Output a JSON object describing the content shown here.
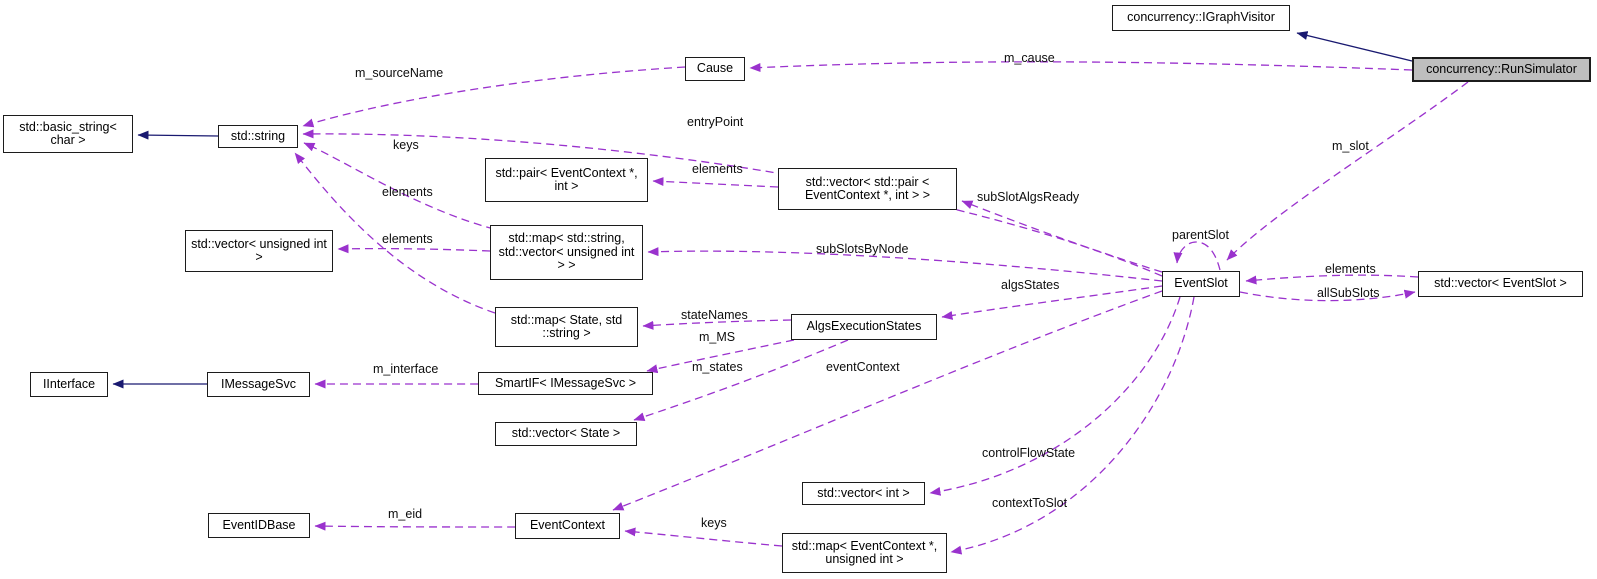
{
  "diagram_title": "collaboration graph for concurrency::RunSimulator",
  "colors": {
    "usage_edge": "#9a32cd",
    "inheritance_edge": "#191970",
    "node_border": "#1c1c1c",
    "node_fill": "#ffffff",
    "highlight_node_fill": "#bebebe"
  },
  "nodes": {
    "igraphvisitor": {
      "label": "concurrency::IGraphVisitor"
    },
    "runsimulator": {
      "label": "concurrency::RunSimulator"
    },
    "cause": {
      "label": "Cause"
    },
    "basic_string": {
      "label": "std::basic_string< char >"
    },
    "string": {
      "label": "std::string"
    },
    "vector_unsigned": {
      "label": "std::vector< unsigned int >"
    },
    "pair_ec_int": {
      "label": "std::pair< EventContext *, int >"
    },
    "vector_pair": {
      "label": "std::vector< std::pair < EventContext *, int > >"
    },
    "map_string_vector": {
      "label": "std::map< std::string, std::vector< unsigned int > >"
    },
    "map_state_string": {
      "label": "std::map< State, std ::string >"
    },
    "algsexecutionstates": {
      "label": "AlgsExecutionStates"
    },
    "smartif": {
      "label": "SmartIF< IMessageSvc >"
    },
    "iinterface": {
      "label": "IInterface"
    },
    "imessagesvc": {
      "label": "IMessageSvc"
    },
    "vector_state": {
      "label": "std::vector< State >"
    },
    "eventidbase": {
      "label": "EventIDBase"
    },
    "eventcontext": {
      "label": "EventContext"
    },
    "vector_int": {
      "label": "std::vector< int >"
    },
    "map_ec_unsigned": {
      "label": "std::map< EventContext *, unsigned int >"
    },
    "eventslot": {
      "label": "EventSlot"
    },
    "vector_eventslot": {
      "label": "std::vector< EventSlot >"
    }
  },
  "edges": {
    "inherit_runsimulator_igraphvisitor": {
      "from": "concurrency::RunSimulator",
      "to": "concurrency::IGraphVisitor",
      "type": "inheritance",
      "label": ""
    },
    "inherit_string_basicstring": {
      "from": "std::string",
      "to": "std::basic_string< char >",
      "type": "inheritance",
      "label": ""
    },
    "inherit_imessagesvc_iinterface": {
      "from": "IMessageSvc",
      "to": "IInterface",
      "type": "inheritance",
      "label": ""
    },
    "m_cause": {
      "from": "concurrency::RunSimulator",
      "to": "Cause",
      "type": "usage",
      "label": "m_cause"
    },
    "m_slot": {
      "from": "concurrency::RunSimulator",
      "to": "EventSlot",
      "type": "usage",
      "label": "m_slot"
    },
    "m_sourceName": {
      "from": "Cause",
      "to": "std::string",
      "type": "usage",
      "label": "m_sourceName"
    },
    "entryPoint": {
      "from": "EventSlot",
      "to": "std::string",
      "type": "usage",
      "label": "entryPoint"
    },
    "keys_string": {
      "from": "std::map< std::string, std::vector< unsigned int > >",
      "to": "std::string",
      "type": "usage",
      "label": "keys"
    },
    "elements_string": {
      "from": "std::map< State, std ::string >",
      "to": "std::string",
      "type": "usage",
      "label": "elements"
    },
    "elements_vecunsigned": {
      "from": "std::map< std::string, std::vector< unsigned int > >",
      "to": "std::vector< unsigned int >",
      "type": "usage",
      "label": "elements"
    },
    "elements_pair": {
      "from": "std::vector< std::pair < EventContext *, int > >",
      "to": "std::pair< EventContext *, int >",
      "type": "usage",
      "label": "elements"
    },
    "subSlotAlgsReady": {
      "from": "EventSlot",
      "to": "std::vector< std::pair < EventContext *, int > >",
      "type": "usage",
      "label": "subSlotAlgsReady"
    },
    "subSlotsByNode": {
      "from": "EventSlot",
      "to": "std::map< std::string, std::vector< unsigned int > >",
      "type": "usage",
      "label": "subSlotsByNode"
    },
    "stateNames": {
      "from": "AlgsExecutionStates",
      "to": "std::map< State, std ::string >",
      "type": "usage",
      "label": "stateNames"
    },
    "m_MS": {
      "from": "AlgsExecutionStates",
      "to": "SmartIF< IMessageSvc >",
      "type": "usage",
      "label": "m_MS"
    },
    "m_states": {
      "from": "AlgsExecutionStates",
      "to": "std::vector< State >",
      "type": "usage",
      "label": "m_states"
    },
    "algsStates": {
      "from": "EventSlot",
      "to": "AlgsExecutionStates",
      "type": "usage",
      "label": "algsStates"
    },
    "eventContext": {
      "from": "EventSlot",
      "to": "EventContext",
      "type": "usage",
      "label": "eventContext"
    },
    "m_interface": {
      "from": "SmartIF< IMessageSvc >",
      "to": "IMessageSvc",
      "type": "usage",
      "label": "m_interface"
    },
    "m_eid": {
      "from": "EventContext",
      "to": "EventIDBase",
      "type": "usage",
      "label": "m_eid"
    },
    "keys_context": {
      "from": "std::map< EventContext *, unsigned int >",
      "to": "EventContext",
      "type": "usage",
      "label": "keys"
    },
    "controlFlowState": {
      "from": "EventSlot",
      "to": "std::vector< int >",
      "type": "usage",
      "label": "controlFlowState"
    },
    "contextToSlot": {
      "from": "EventSlot",
      "to": "std::map< EventContext *, unsigned int >",
      "type": "usage",
      "label": "contextToSlot"
    },
    "parentSlot": {
      "from": "EventSlot",
      "to": "EventSlot",
      "type": "usage",
      "label": "parentSlot"
    },
    "elements_slots": {
      "from": "std::vector< EventSlot >",
      "to": "EventSlot",
      "type": "usage",
      "label": "elements"
    },
    "allSubSlots": {
      "from": "EventSlot",
      "to": "std::vector< EventSlot >",
      "type": "usage",
      "label": "allSubSlots"
    }
  }
}
